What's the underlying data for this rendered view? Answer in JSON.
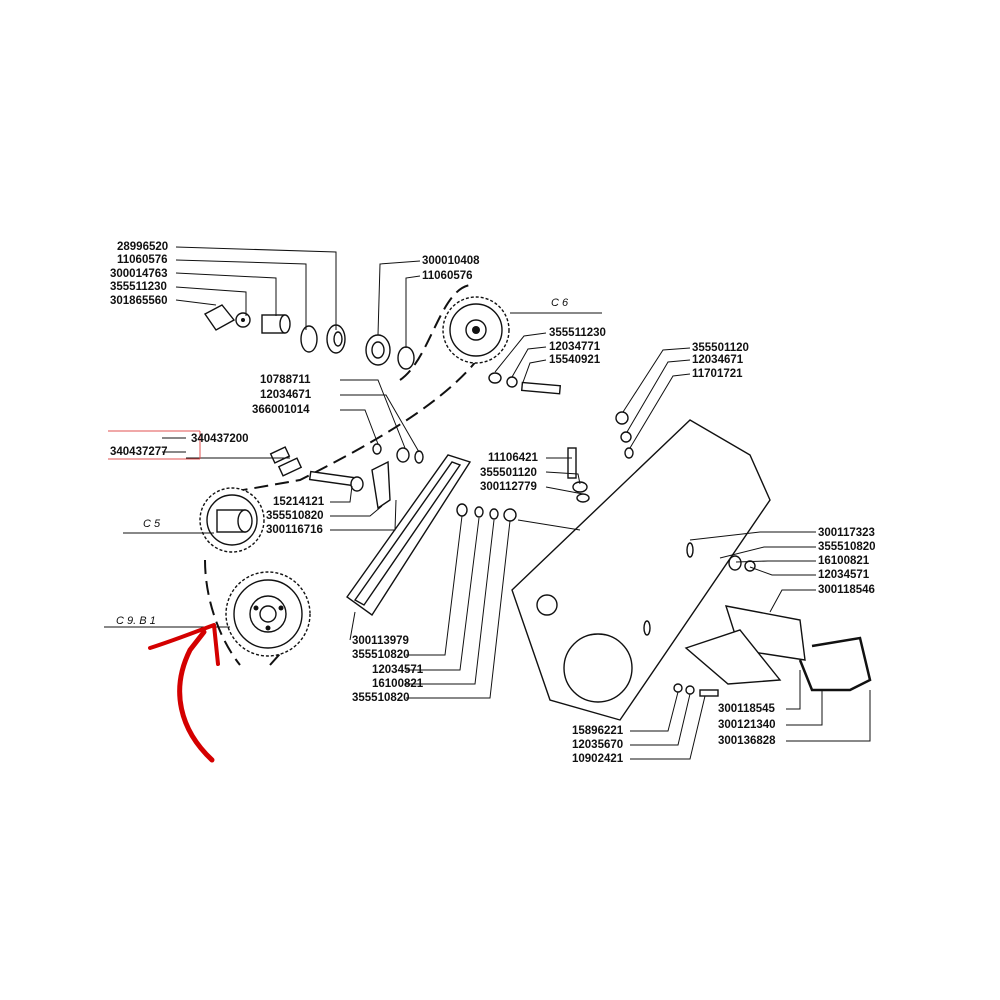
{
  "colors": {
    "ink": "#111111",
    "annotation": "#d40000",
    "highlight_box": "#e05050"
  },
  "group_labels": {
    "c6": "C 6",
    "c5": "C 5",
    "c9b1": "C 9. B 1"
  },
  "labels": {
    "l28996520": "28996520",
    "l11060576a": "11060576",
    "l300014763": "300014763",
    "l355511230a": "355511230",
    "l301865560": "301865560",
    "l300010408": "300010408",
    "l11060576b": "11060576",
    "l355511230b": "355511230",
    "l12034771": "12034771",
    "l15540921": "15540921",
    "l355501120a": "355501120",
    "l12034671a": "12034671",
    "l11701721": "11701721",
    "l10788711": "10788711",
    "l12034671b": "12034671",
    "l366001014": "366001014",
    "l340437200": "340437200",
    "l340437277": "340437277",
    "l11106421": "11106421",
    "l355501120b": "355501120",
    "l300112779": "300112779",
    "l15214121": "15214121",
    "l355510820a": "355510820",
    "l300116716": "300116716",
    "l300117323": "300117323",
    "l355510820b": "355510820",
    "l16100821a": "16100821",
    "l12034571a": "12034571",
    "l300118546": "300118546",
    "l300113979": "300113979",
    "l355510820c": "355510820",
    "l12034571b": "12034571",
    "l16100821b": "16100821",
    "l355510820d": "355510820",
    "l300118545": "300118545",
    "l300121340": "300121340",
    "l300136828": "300136828",
    "l15896221": "15896221",
    "l12035670": "12035670",
    "l10902421": "10902421"
  }
}
